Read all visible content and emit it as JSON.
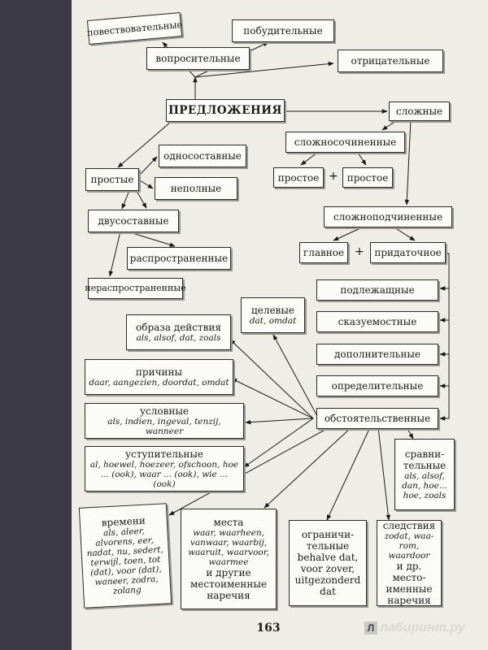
{
  "page_number": "163",
  "watermark": "лабиринт.ру",
  "nodes": {
    "povestv": "повествовательные",
    "pobud": "побудительные",
    "vopros": "вопросительные",
    "otric": "отрицательные",
    "predl": "ПРЕДЛОЖЕНИЯ",
    "slozhnye": "сложные",
    "slozhnosoch": "сложносочиненные",
    "prostoe1": "простое",
    "prostoe2": "простое",
    "odnosost": "односоставные",
    "prostye": "простые",
    "nepolnye": "неполные",
    "dvusost": "двусоставные",
    "slozhnopodch": "сложноподчиненные",
    "glavnoe": "главное",
    "pridat": "придаточное",
    "rasprostr": "распространенные",
    "nerasprostr": "нераспространенные",
    "podlezh": "подлежащные",
    "skazuem": "сказуемостные",
    "dopoln": "дополнительные",
    "opredel": "определительные",
    "obstoyat": "обстоятельственные",
    "celevye": {
      "title": "целевые",
      "words": "dat, omdat"
    },
    "obraza": {
      "title": "образа действия",
      "words": "als, alsof, dat, zoals"
    },
    "prichiny": {
      "title": "причины",
      "words": "daar, aangezien, doordat, omdat"
    },
    "uslovnye": {
      "title": "условные",
      "words": "als, indien, ingeval, tenzij, wanneer"
    },
    "ustupit": {
      "title": "уступительные",
      "words": "al, hoewel, hoezeer, ofschoon, hoe ... (ook), waar ... (ook), wie ... (ook)"
    },
    "sravnit": {
      "title": "сравни-тельные",
      "words": "als, alsof, dan, hoe... hoe, zoals"
    },
    "vremeni": {
      "title": "времени",
      "words": "als, aleer, alvorens, eer, nadat, nu, sedert, terwijl, toen, tot (dat), voor (dat), waneer, zodra, zolang"
    },
    "mesta": {
      "title": "места",
      "words": "waar, waarheen, vanwaar, waarbij, waaruit, waarvoor, waarmee",
      "note": "и другие местоименные наречия"
    },
    "ogranich": {
      "title": "ограничи-тельные",
      "words": "behalve dat, voor zover, uitgezonderd dat"
    },
    "sledstv": {
      "title": "следствия",
      "words": "zodat, waa-rom, waardoor",
      "note": "и др. место-именные наречия"
    }
  },
  "plus_sign": "+"
}
